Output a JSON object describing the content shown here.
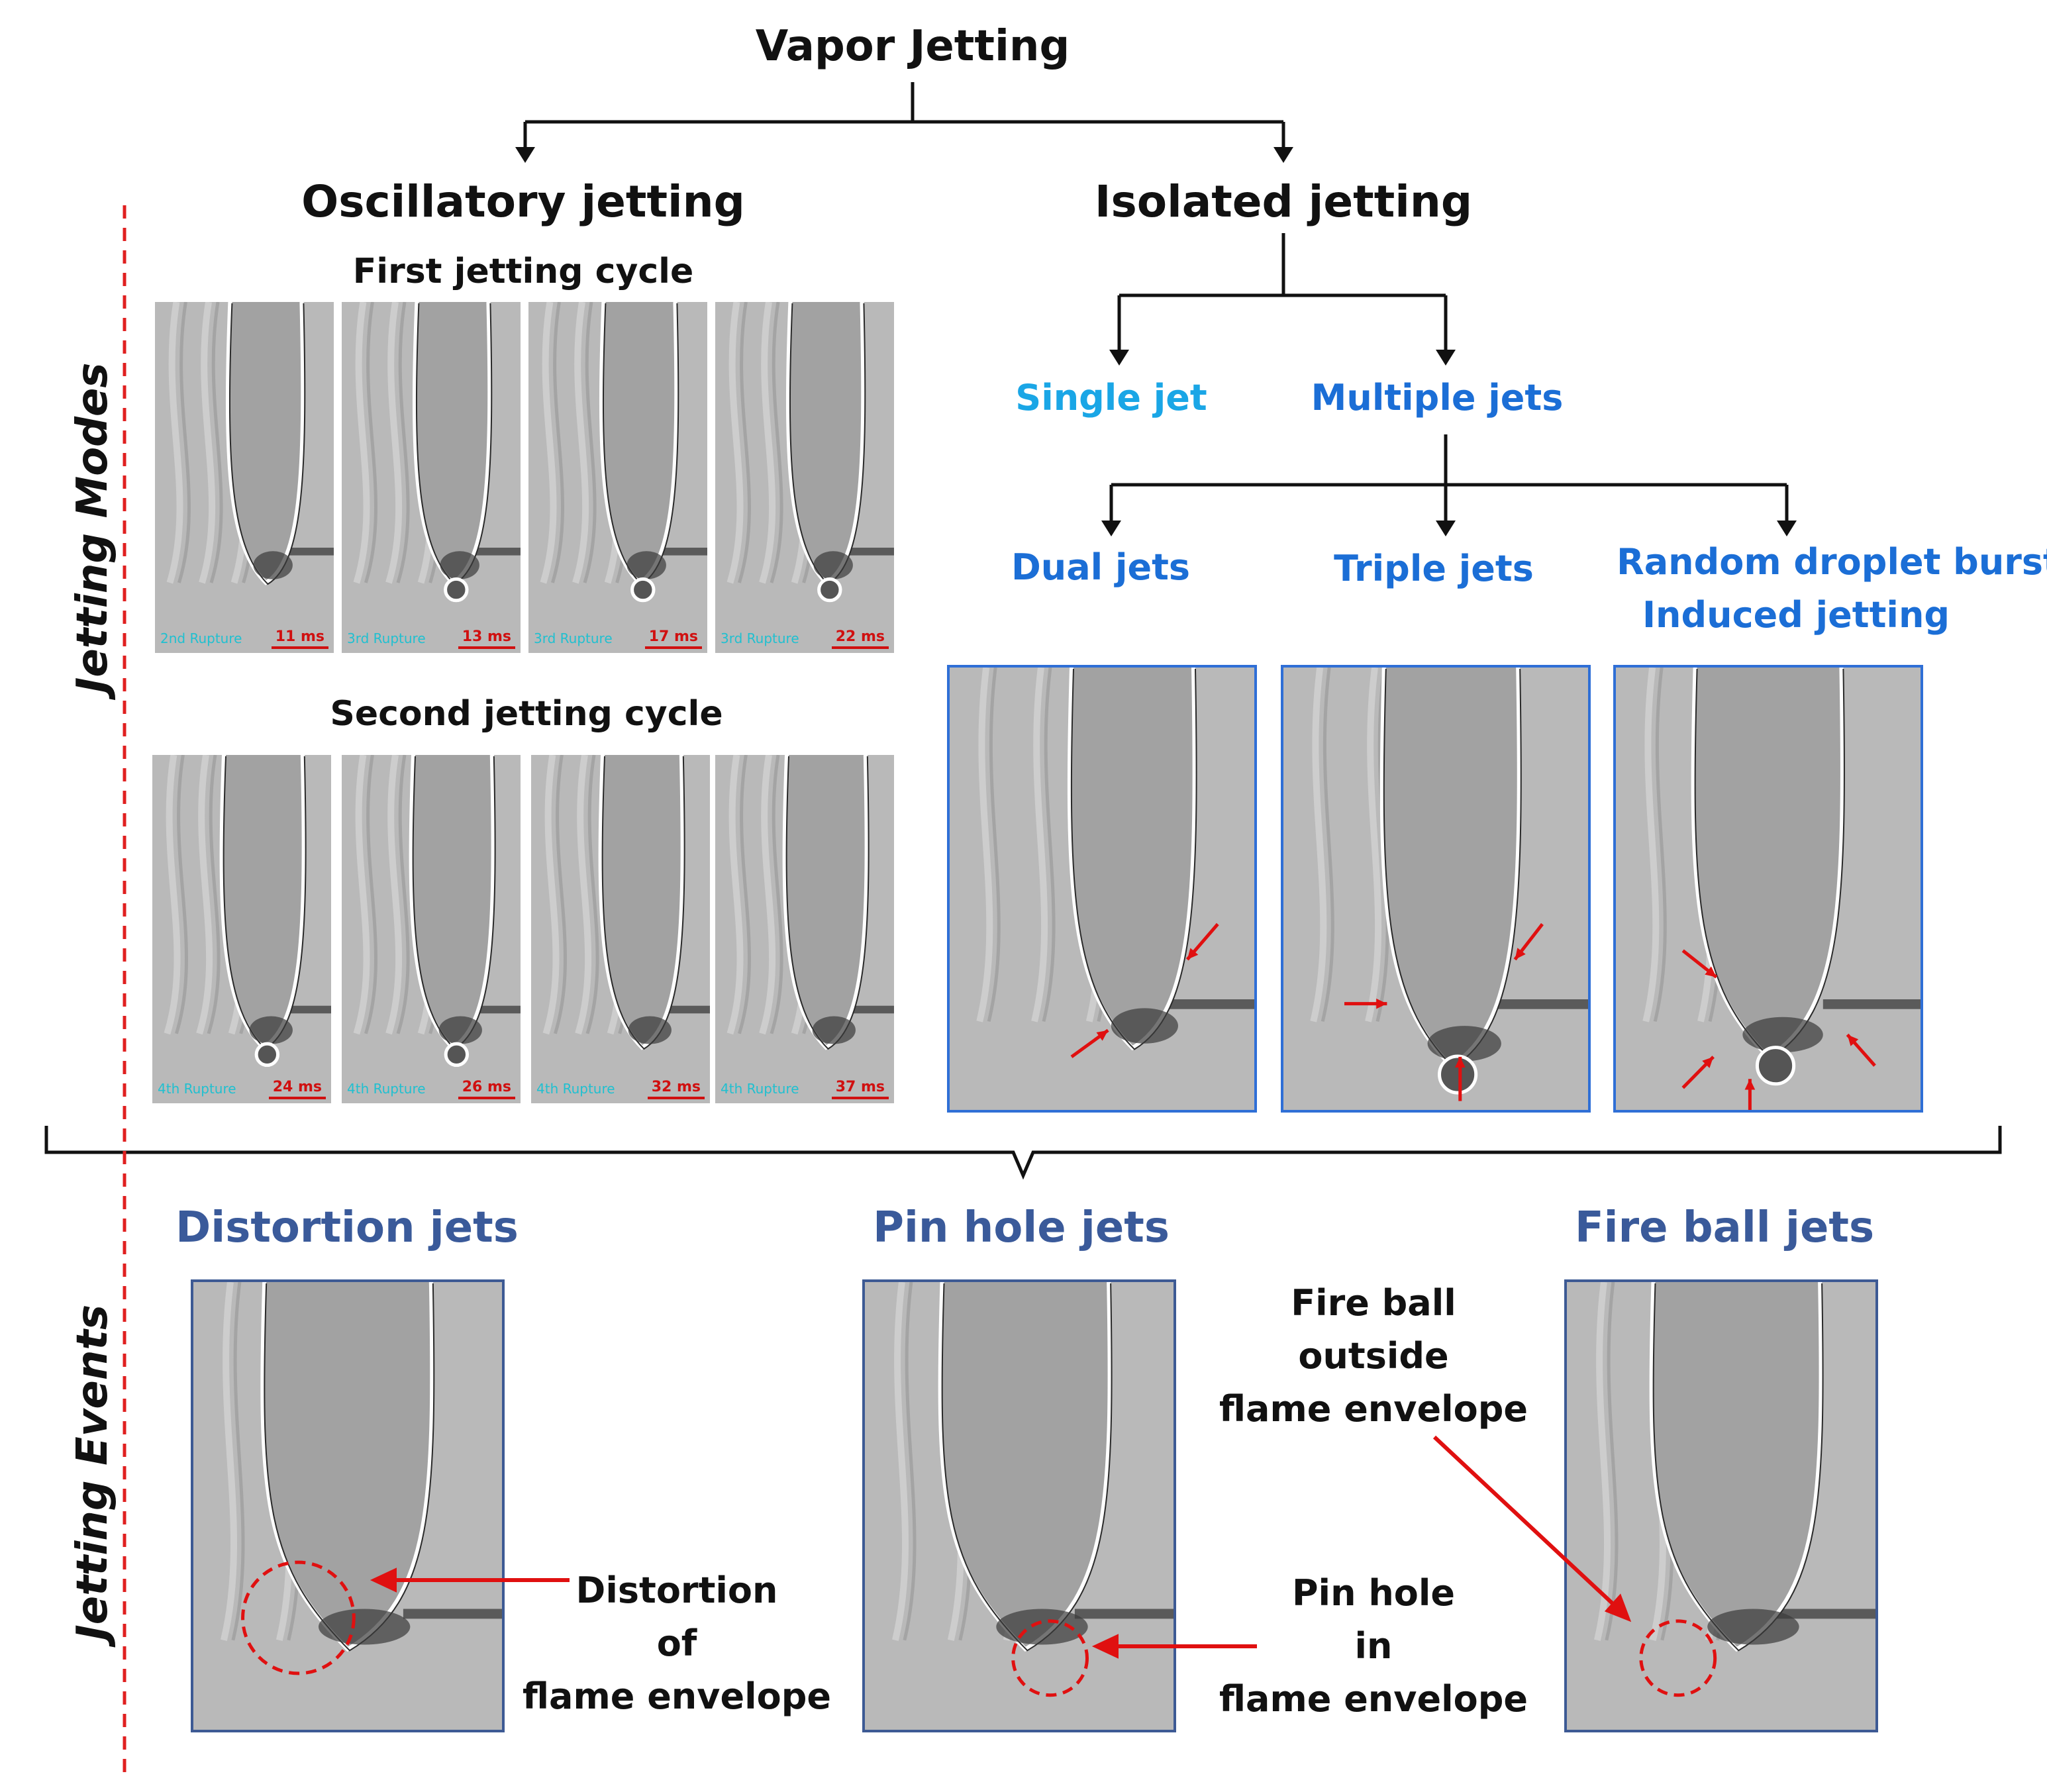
{
  "title": "Vapor Jetting",
  "sections": {
    "modes_label": "Jetting Modes",
    "events_label": "Jetting Events"
  },
  "oscillatory": {
    "label": "Oscillatory jetting",
    "first_cycle_label": "First jetting cycle",
    "second_cycle_label": "Second jetting cycle",
    "first_cycle_frames": [
      {
        "rupture": "2nd Rupture",
        "time": "11 ms"
      },
      {
        "rupture": "3rd Rupture",
        "time": "13 ms"
      },
      {
        "rupture": "3rd Rupture",
        "time": "17 ms"
      },
      {
        "rupture": "3rd Rupture",
        "time": "22 ms"
      }
    ],
    "second_cycle_frames": [
      {
        "rupture": "4th Rupture",
        "time": "24 ms"
      },
      {
        "rupture": "4th Rupture",
        "time": "26 ms"
      },
      {
        "rupture": "4th Rupture",
        "time": "32 ms"
      },
      {
        "rupture": "4th Rupture",
        "time": "37 ms"
      }
    ]
  },
  "isolated": {
    "label": "Isolated jetting",
    "single": "Single jet",
    "multiple": "Multiple jets",
    "dual": "Dual jets",
    "triple": "Triple jets",
    "random_line1": "Random droplet burst",
    "random_line2": "Induced jetting"
  },
  "events": {
    "distortion": {
      "label": "Distortion jets",
      "note": [
        "Distortion",
        "of",
        "flame envelope"
      ]
    },
    "pinhole": {
      "label": "Pin hole jets",
      "note": [
        "Pin hole",
        "in",
        "flame envelope"
      ]
    },
    "fireball": {
      "label": "Fire ball jets",
      "note": [
        "Fire ball",
        "outside",
        "flame envelope"
      ]
    }
  },
  "colors": {
    "connector": "#111111",
    "single_jet": "#1aa6e6",
    "blue_label": "#1b6ed6",
    "event_label": "#3a5a9a",
    "annotation_arrow": "#e01010",
    "dashed_divider": "#e02020"
  }
}
